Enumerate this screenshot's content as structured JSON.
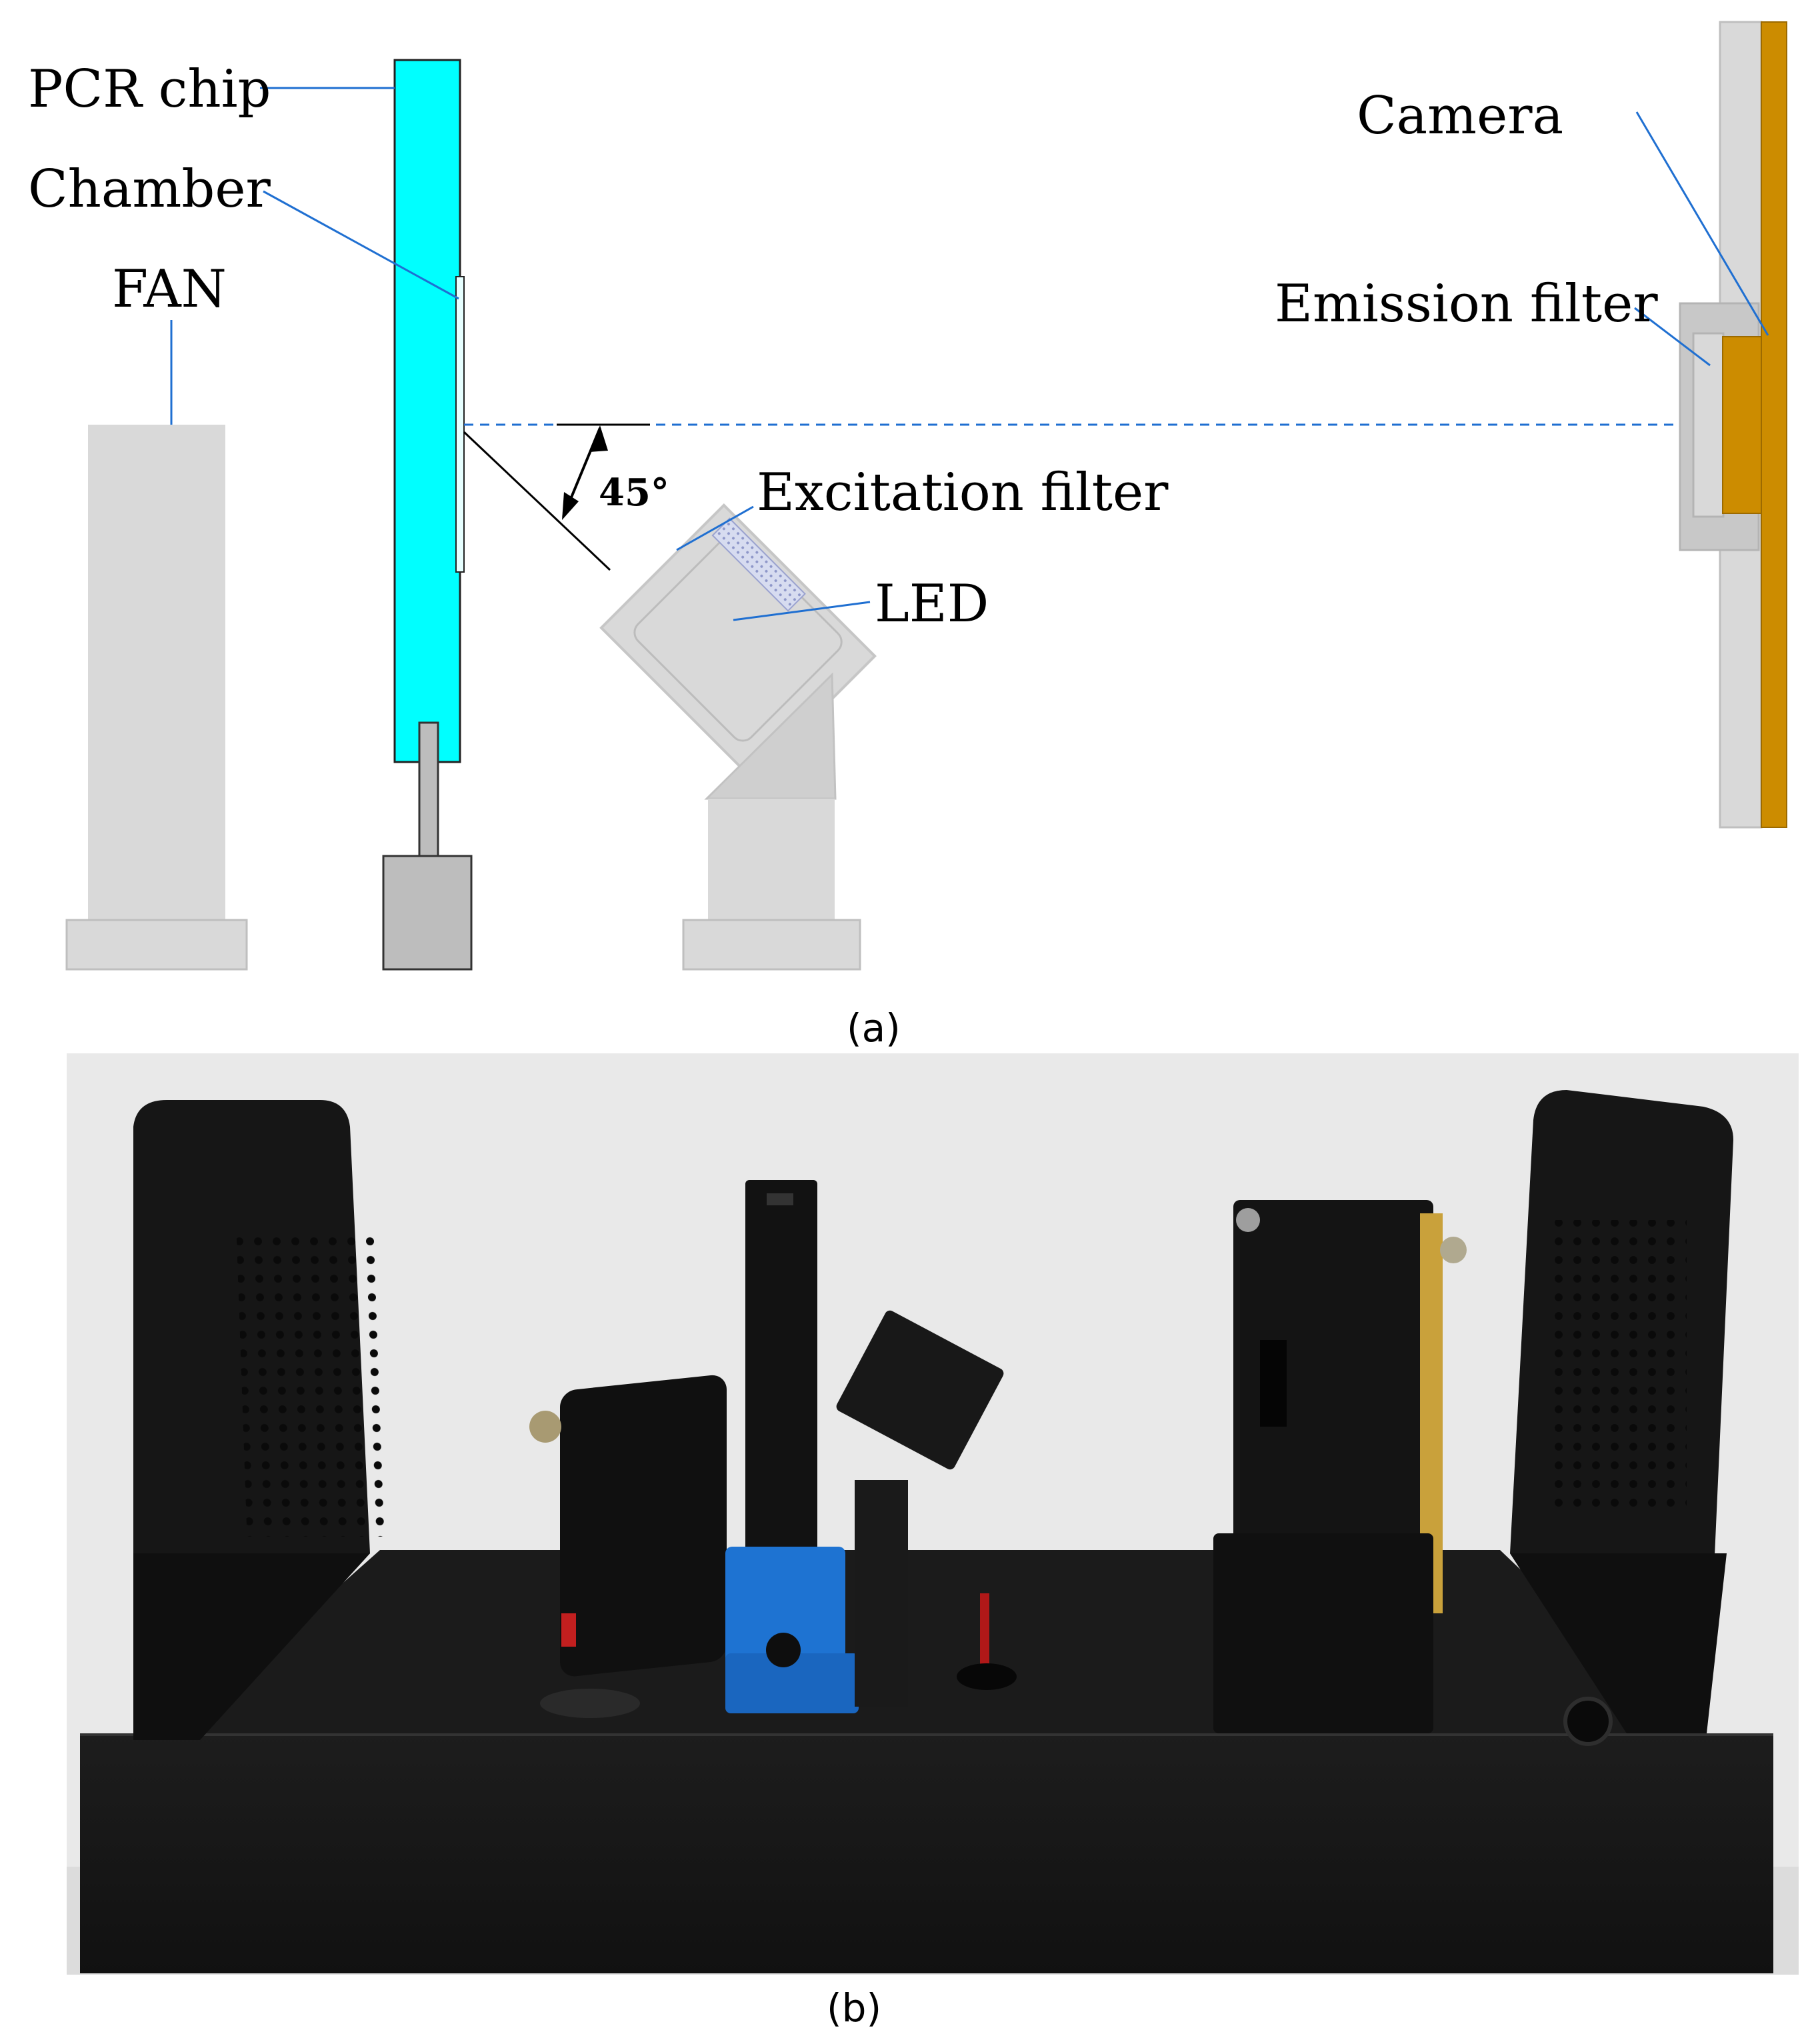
{
  "panel_a": {
    "labels": {
      "pcr_chip": "PCR chip",
      "chamber": "Chamber",
      "fan": "FAN",
      "camera": "Camera",
      "emission_filter": "Emission filter",
      "excitation_filter": "Excitation filter",
      "led": "LED",
      "angle": "45°"
    },
    "caption": "(a)"
  },
  "panel_b": {
    "caption": "(b)"
  },
  "colors": {
    "pcr_chip": "#00ffff",
    "parts_gray": "#d9d9d9",
    "camera_board": "#cc8c00",
    "leader_lines": "#1f6fd1",
    "optical_axis": "#1f6fd1",
    "photo_background": "#e9e9e9",
    "device_black": "#1a1a1a",
    "holder_blue": "#1e73d2"
  }
}
